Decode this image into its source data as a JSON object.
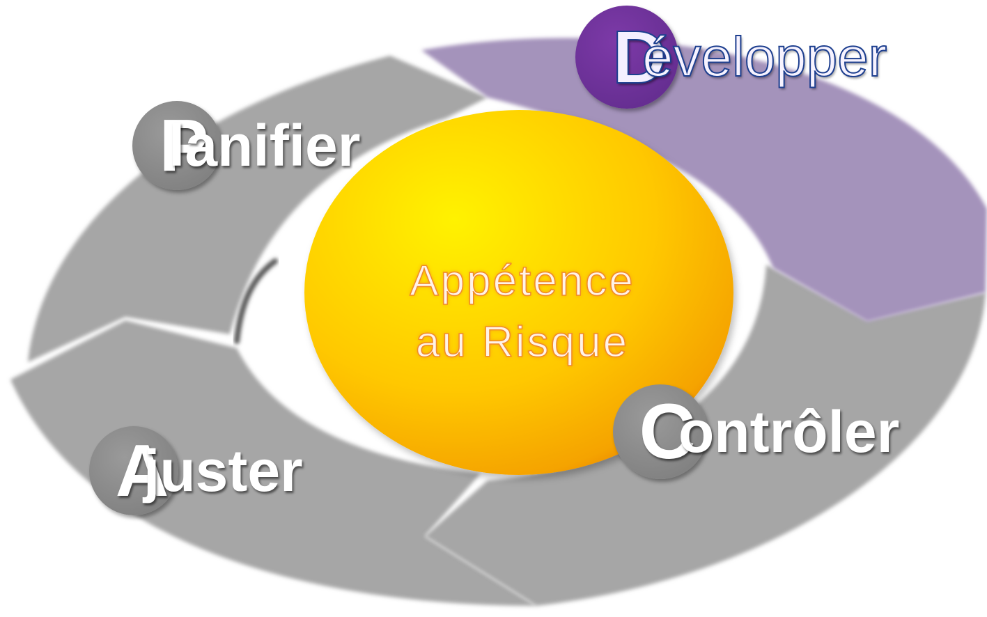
{
  "diagram": {
    "center": {
      "line1": "Appétence",
      "line2": "au Risque"
    },
    "stages": {
      "planifier": {
        "initial": "P",
        "rest": "lanifier"
      },
      "developper": {
        "initial": "D",
        "rest": "évelopper"
      },
      "controler": {
        "initial": "C",
        "rest": "ontrôler"
      },
      "ajuster": {
        "initial": "A",
        "rest": "juster"
      }
    },
    "colors": {
      "segment_gray": "#a3a3a3",
      "segment_purple": "#a493bb",
      "badge_purple": "#6a2e9a",
      "center_yellow": "#ffd000",
      "center_orange": "#e87a10"
    }
  }
}
